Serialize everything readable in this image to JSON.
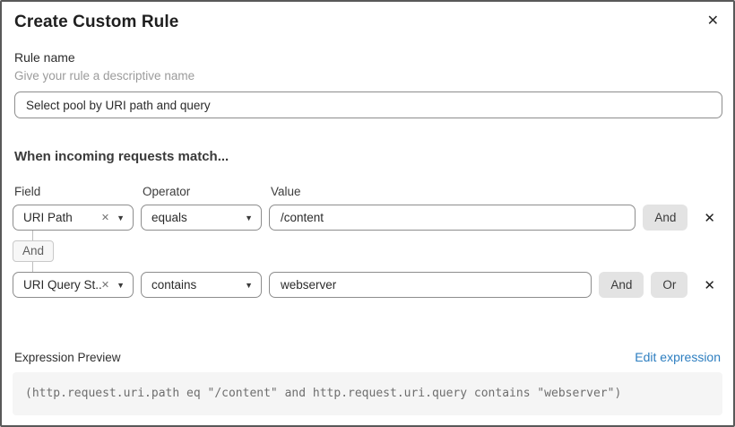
{
  "dialog": {
    "title": "Create Custom Rule",
    "close_icon": "✕"
  },
  "rule_name": {
    "label": "Rule name",
    "helper": "Give your rule a descriptive name",
    "value": "Select pool by URI path and query"
  },
  "match_section": {
    "heading": "When incoming requests match...",
    "columns": {
      "field": "Field",
      "operator": "Operator",
      "value": "Value"
    },
    "connector_label": "And",
    "rows": [
      {
        "field": "URI Path",
        "operator": "equals",
        "value": "/content",
        "buttons": [
          "And"
        ],
        "clear_icon": "✕",
        "caret_icon": "▼",
        "delete_icon": "✕"
      },
      {
        "field": "URI Query St...",
        "operator": "contains",
        "value": "webserver",
        "buttons": [
          "And",
          "Or"
        ],
        "clear_icon": "✕",
        "caret_icon": "▼",
        "delete_icon": "✕"
      }
    ]
  },
  "expression": {
    "label": "Expression Preview",
    "edit_link": "Edit expression",
    "code": "(http.request.uri.path eq \"/content\" and http.request.uri.query contains \"webserver\")"
  },
  "colors": {
    "link_blue": "#2d7ec0",
    "button_gray": "#e3e3e3",
    "input_border": "#8d8d8d",
    "expr_background": "#f5f5f5",
    "dialog_border": "#595959"
  }
}
